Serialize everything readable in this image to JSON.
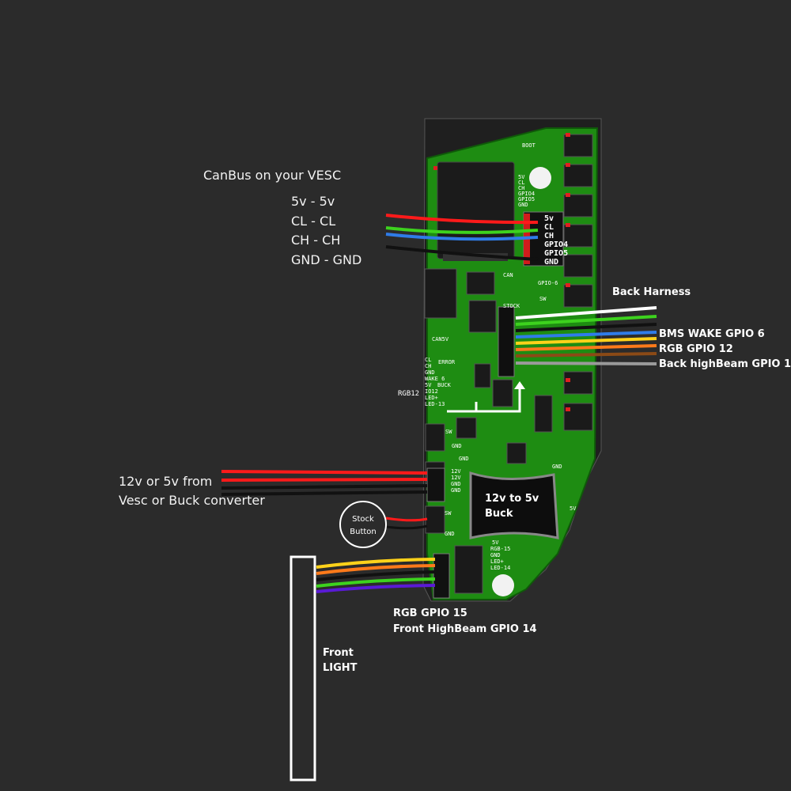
{
  "canbus": {
    "title": "CanBus on your VESC",
    "lines": [
      "5v - 5v",
      "CL - CL",
      "CH - CH",
      "GND - GND"
    ]
  },
  "can_connector": {
    "pins": [
      "5v",
      "CL",
      "CH",
      "GPIO4",
      "GPIO5",
      "GND"
    ]
  },
  "back_harness": {
    "title": "Back Harness",
    "labels": [
      "BMS WAKE GPIO 6",
      "RGB GPIO 12",
      "Back highBeam GPIO 13"
    ]
  },
  "power": {
    "label_lines": [
      "12v or 5v from",
      "Vesc or Buck converter"
    ],
    "pins": [
      "12V",
      "12V",
      "GND",
      "GND"
    ]
  },
  "buck": {
    "lines": [
      "12v to 5v",
      "Buck"
    ]
  },
  "stock_button": {
    "lines": [
      "Stock",
      "Button"
    ]
  },
  "front": {
    "gpio_lines": [
      "RGB GPIO 15",
      "Front HighBeam GPIO 14"
    ],
    "light_lines": [
      "Front",
      "LIGHT"
    ],
    "pins": [
      "5V",
      "RGB-15",
      "GND",
      "LED+",
      "LED-14"
    ]
  },
  "silkscreen": {
    "boot": "BOOT",
    "mcu_pins": [
      "5V",
      "CL",
      "CH",
      "GPIO4",
      "GPIO5",
      "GND"
    ],
    "can": "CAN",
    "gpio6": "GPIO-6",
    "stock": "STOCK",
    "sw": "SW",
    "can5v": "CAN5V",
    "error": "ERROR",
    "side_pins": [
      "CL",
      "CH",
      "GND",
      "WAKE 6",
      "5V",
      "IO12",
      "LED+",
      "LED-13"
    ],
    "buck_silk": "BUCK",
    "rgb12": "RGB12",
    "sw2": "SW",
    "gnd1": "GND",
    "gnd2": "GND",
    "gnd3": "GND",
    "v5": "5V",
    "sw3": "SW",
    "gnd4": "GND"
  },
  "colors": {
    "background": "#2b2b2b",
    "pcb": "#1e8c12",
    "wire_red": "#ff1a1a",
    "wire_green": "#3dd21e",
    "wire_blue": "#2f7ce8",
    "wire_black": "#111111",
    "wire_white": "#ffffff",
    "wire_yellow": "#ffd21a",
    "wire_orange": "#ff7a1a",
    "wire_brown": "#8b4a16",
    "wire_gray": "#9a9a9a",
    "wire_purple": "#5a1ad6"
  }
}
